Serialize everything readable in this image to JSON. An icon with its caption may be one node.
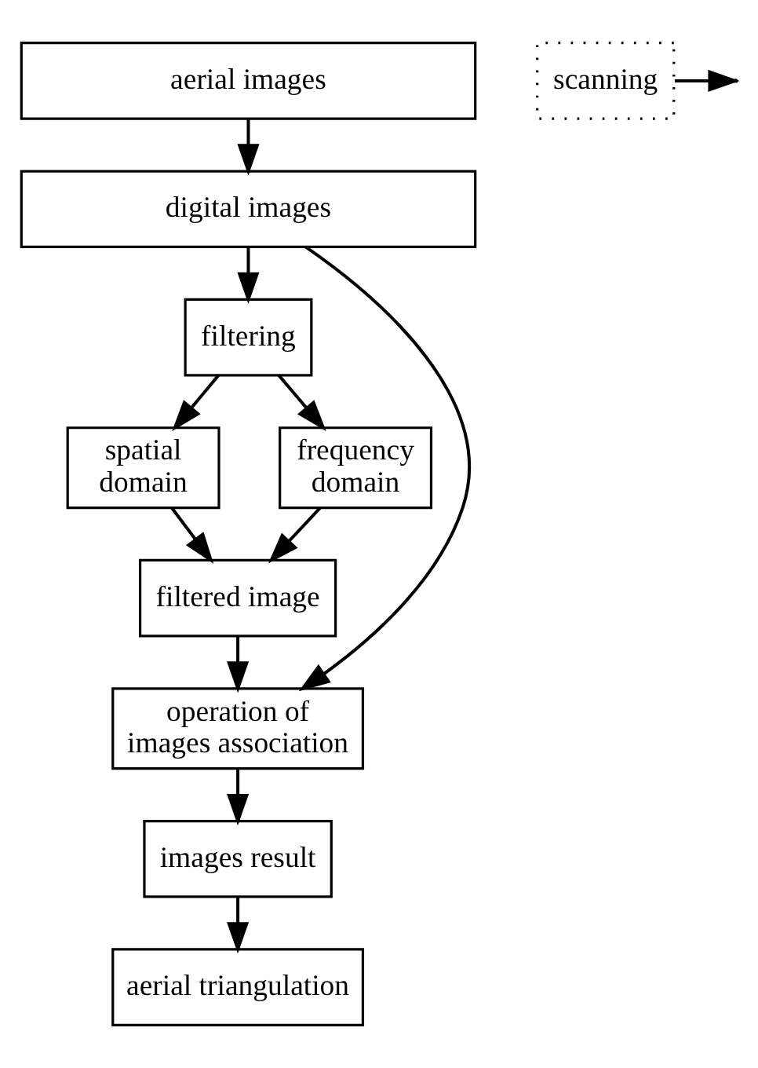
{
  "diagram": {
    "nodes": [
      {
        "text": [
          "aerial images"
        ]
      },
      {
        "text": [
          "scanning"
        ]
      },
      {
        "text": [
          "digital images"
        ]
      },
      {
        "text": [
          "filtering"
        ]
      },
      {
        "text": [
          "spatial domain"
        ]
      },
      {
        "text": [
          "frequency domain"
        ]
      },
      {
        "text": [
          "filtered image"
        ]
      },
      {
        "text": [
          "operation of images association"
        ]
      },
      {
        "text": [
          "images result"
        ]
      },
      {
        "text": [
          "aerial triangulation"
        ]
      }
    ],
    "edges": [
      {
        "from": 0,
        "to": 2,
        "arrow": "to"
      },
      {
        "from": 1,
        "to": null,
        "arrow": "to"
      },
      {
        "from": 2,
        "to": 3,
        "arrow": "to"
      },
      {
        "from": 3,
        "to": 4,
        "arrow": "to"
      },
      {
        "from": 3,
        "to": 5,
        "arrow": "to"
      },
      {
        "from": 4,
        "to": 6,
        "arrow": "to"
      },
      {
        "from": 5,
        "to": 6,
        "arrow": "to"
      },
      {
        "from": 6,
        "to": 7,
        "arrow": "to"
      },
      {
        "from": 2,
        "to": 7,
        "arrow": "to"
      },
      {
        "from": 7,
        "to": 8,
        "arrow": "to"
      },
      {
        "from": 8,
        "to": 9,
        "arrow": "to"
      }
    ]
  }
}
